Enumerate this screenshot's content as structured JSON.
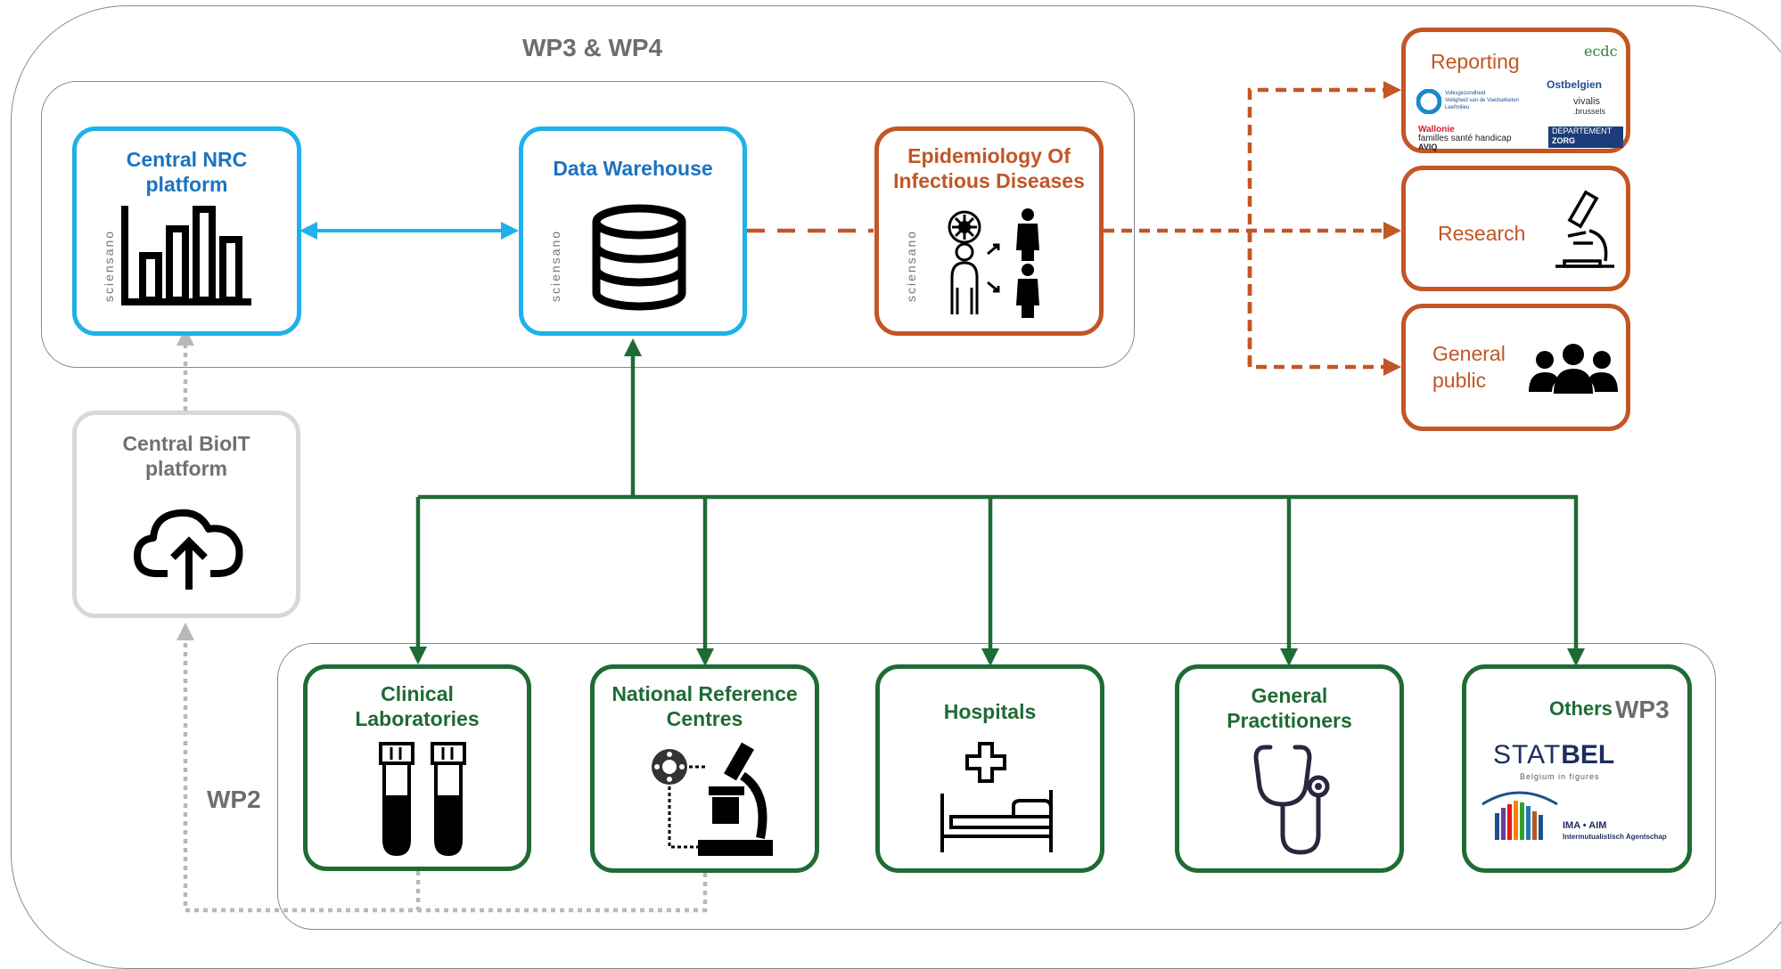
{
  "labels": {
    "wp3_wp4": "WP3 & WP4",
    "wp2": "WP2",
    "wp3": "WP3"
  },
  "nodes": {
    "central_nrc": {
      "line1": "Central NRC",
      "line2": "platform",
      "logo": "sciensano"
    },
    "data_warehouse": {
      "line1": "Data Warehouse",
      "logo": "sciensano"
    },
    "epidemiology": {
      "line1": "Epidemiology Of",
      "line2": "Infectious Diseases",
      "logo": "sciensano"
    },
    "central_biolt": {
      "line1": "Central BioIT",
      "line2": "platform"
    }
  },
  "sources": [
    {
      "id": "clinical_labs",
      "line1": "Clinical",
      "line2": "Laboratories",
      "icon": "test-tubes-icon"
    },
    {
      "id": "nrc",
      "line1": "National Reference",
      "line2": "Centres",
      "icon": "microscope-virus-icon"
    },
    {
      "id": "hospitals",
      "line1": "Hospitals",
      "line2": "",
      "icon": "hospital-bed-icon"
    },
    {
      "id": "gps",
      "line1": "General",
      "line2": "Practitioners",
      "icon": "stethoscope-icon"
    },
    {
      "id": "others",
      "line1": "Others",
      "line2": "",
      "icon": ""
    }
  ],
  "outputs": {
    "reporting": {
      "label": "Reporting"
    },
    "research": {
      "label": "Research",
      "icon": "microscope-icon"
    },
    "general_public": {
      "line1": "General",
      "line2": "public",
      "icon": "people-icon"
    }
  },
  "partner_logos": {
    "ecdc": "ecdc",
    "ostbelgien": "Ostbelgien",
    "vivalis": "vivalis",
    "vivalis_sub": ".brussels",
    "flanders_l1": "Volksgezondheid",
    "flanders_l2": "Veiligheid van de Voedselketen",
    "flanders_l3": "Leefmilieu",
    "wallonie": "Wallonie",
    "wallonie_sub": "familles santé handicap",
    "aviq": "AVIQ",
    "dep_l1": "DEPARTEMENT",
    "dep_l2": "ZORG",
    "statbel_a": "STAT",
    "statbel_b": "BEL",
    "statbel_sub": "Belgium in figures",
    "ima_l1": "IMA • AIM",
    "ima_l2": "Intermutualistisch Agentschap"
  },
  "colors": {
    "blue": "#1fb1e9",
    "title_blue": "#1b73c2",
    "orange": "#c25624",
    "green": "#1f6b35",
    "grey": "#d8d8d8",
    "container": "#8a8a8a"
  }
}
